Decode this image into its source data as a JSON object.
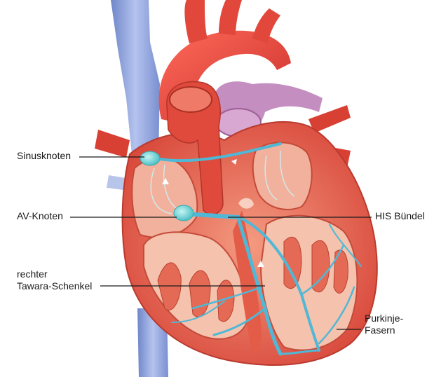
{
  "labels": {
    "sinus_node": "Sinusknoten",
    "av_node": "AV-Knoten",
    "right_bundle_branch": [
      "rechter",
      "Tawara-Schenkel"
    ],
    "his_bundle": "HIS Bündel",
    "purkinje_fibers": [
      "Purkinje-",
      "Fasern"
    ]
  },
  "colors": {
    "vein_blue": "#8c9fd6",
    "artery_red": "#e2473c",
    "myocardium": "#e86a55",
    "chamber_inner": "#f3b9a4",
    "pulmonary_purple": "#c48fc0",
    "conduction": "#4fb8d6",
    "node": "#7fd8d8",
    "leader_line": "#1a1a1a"
  }
}
